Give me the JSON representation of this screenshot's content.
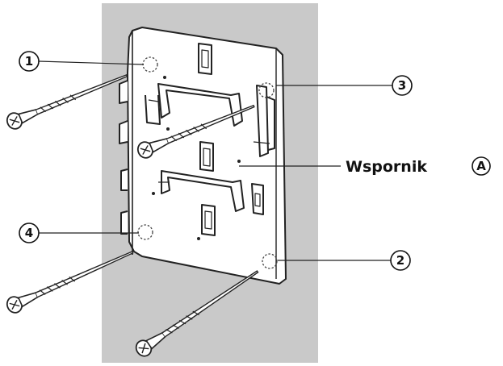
{
  "diagram": {
    "bracket_label": "Wspornik",
    "bracket_marker": "A",
    "callouts": [
      {
        "id": "1",
        "text": "1"
      },
      {
        "id": "2",
        "text": "2"
      },
      {
        "id": "3",
        "text": "3"
      },
      {
        "id": "4",
        "text": "4"
      }
    ]
  },
  "colors": {
    "wall": "#c9c9c9",
    "bracket_fill": "#ffffff",
    "line": "#222222"
  },
  "icons": [
    "screw-icon",
    "mounting-hole-icon",
    "circled-number-icon"
  ]
}
